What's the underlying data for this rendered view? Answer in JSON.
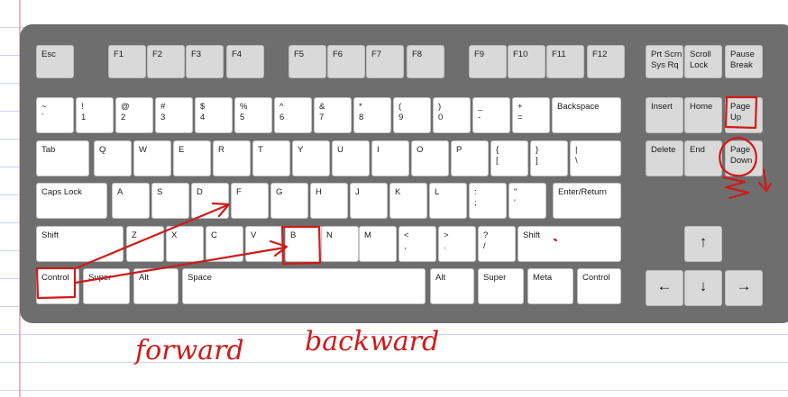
{
  "keyboard": {
    "function_row": [
      {
        "id": "esc",
        "label": "Esc"
      },
      {
        "id": "f1",
        "label": "F1"
      },
      {
        "id": "f2",
        "label": "F2"
      },
      {
        "id": "f3",
        "label": "F3"
      },
      {
        "id": "f4",
        "label": "F4"
      },
      {
        "id": "f5",
        "label": "F5"
      },
      {
        "id": "f6",
        "label": "F6"
      },
      {
        "id": "f7",
        "label": "F7"
      },
      {
        "id": "f8",
        "label": "F8"
      },
      {
        "id": "f9",
        "label": "F9"
      },
      {
        "id": "f10",
        "label": "F10"
      },
      {
        "id": "f11",
        "label": "F11"
      },
      {
        "id": "f12",
        "label": "F12"
      }
    ],
    "system_keys": [
      {
        "id": "prtscn",
        "label": "Prt Scrn\nSys Rq"
      },
      {
        "id": "scroll",
        "label": "Scroll\nLock"
      },
      {
        "id": "pause",
        "label": "Pause\nBreak"
      }
    ],
    "number_row": [
      {
        "id": "tilde",
        "label": "~\n`"
      },
      {
        "id": "1",
        "label": "!\n1"
      },
      {
        "id": "2",
        "label": "@\n2"
      },
      {
        "id": "3",
        "label": "#\n3"
      },
      {
        "id": "4",
        "label": "$\n4"
      },
      {
        "id": "5",
        "label": "%\n5"
      },
      {
        "id": "6",
        "label": "^\n6"
      },
      {
        "id": "7",
        "label": "&\n7"
      },
      {
        "id": "8",
        "label": "*\n8"
      },
      {
        "id": "9",
        "label": "(\n9"
      },
      {
        "id": "0",
        "label": ")\n0"
      },
      {
        "id": "minus",
        "label": "_\n-"
      },
      {
        "id": "equals",
        "label": "+\n="
      },
      {
        "id": "backspace",
        "label": "Backspace"
      }
    ],
    "nav_top": [
      {
        "id": "insert",
        "label": "Insert"
      },
      {
        "id": "home",
        "label": "Home"
      },
      {
        "id": "pageup",
        "label": "Page\nUp"
      }
    ],
    "qwerty_row": [
      {
        "id": "tab",
        "label": "Tab"
      },
      {
        "id": "q",
        "label": "Q"
      },
      {
        "id": "w",
        "label": "W"
      },
      {
        "id": "e",
        "label": "E"
      },
      {
        "id": "r",
        "label": "R"
      },
      {
        "id": "t",
        "label": "T"
      },
      {
        "id": "y",
        "label": "Y"
      },
      {
        "id": "u",
        "label": "U"
      },
      {
        "id": "i",
        "label": "I"
      },
      {
        "id": "o",
        "label": "O"
      },
      {
        "id": "p",
        "label": "P"
      },
      {
        "id": "lbrace",
        "label": "{\n["
      },
      {
        "id": "rbrace",
        "label": "}\n]"
      },
      {
        "id": "pipe",
        "label": "|\n\\"
      }
    ],
    "nav_bottom": [
      {
        "id": "delete",
        "label": "Delete"
      },
      {
        "id": "end",
        "label": "End"
      },
      {
        "id": "pagedown",
        "label": "Page\nDown"
      }
    ],
    "home_row": [
      {
        "id": "capslock",
        "label": "Caps Lock"
      },
      {
        "id": "a",
        "label": "A"
      },
      {
        "id": "s",
        "label": "S"
      },
      {
        "id": "d",
        "label": "D"
      },
      {
        "id": "f",
        "label": "F"
      },
      {
        "id": "g",
        "label": "G"
      },
      {
        "id": "h",
        "label": "H"
      },
      {
        "id": "j",
        "label": "J"
      },
      {
        "id": "k",
        "label": "K"
      },
      {
        "id": "l",
        "label": "L"
      },
      {
        "id": "semicolon",
        "label": ":\n;"
      },
      {
        "id": "quote",
        "label": "\"\n'"
      },
      {
        "id": "enter",
        "label": "Enter/Return"
      }
    ],
    "shift_row": [
      {
        "id": "lshift",
        "label": "Shift"
      },
      {
        "id": "z",
        "label": "Z"
      },
      {
        "id": "x",
        "label": "X"
      },
      {
        "id": "c",
        "label": "C"
      },
      {
        "id": "v",
        "label": "V"
      },
      {
        "id": "b",
        "label": "B"
      },
      {
        "id": "n",
        "label": "N"
      },
      {
        "id": "m",
        "label": "M"
      },
      {
        "id": "comma",
        "label": "<\n,"
      },
      {
        "id": "period",
        "label": ">\n."
      },
      {
        "id": "slash",
        "label": "?\n/"
      },
      {
        "id": "rshift",
        "label": "Shift"
      }
    ],
    "bottom_row": [
      {
        "id": "lcontrol",
        "label": "Control"
      },
      {
        "id": "lsuper",
        "label": "Super"
      },
      {
        "id": "lalt",
        "label": "Alt"
      },
      {
        "id": "space",
        "label": "Space"
      },
      {
        "id": "ralt",
        "label": "Alt"
      },
      {
        "id": "rsuper",
        "label": "Super"
      },
      {
        "id": "meta",
        "label": "Meta"
      },
      {
        "id": "rcontrol",
        "label": "Control"
      }
    ],
    "arrows": [
      {
        "id": "up",
        "label": "↑"
      },
      {
        "id": "left",
        "label": "←"
      },
      {
        "id": "down",
        "label": "↓"
      },
      {
        "id": "right",
        "label": "→"
      }
    ]
  },
  "annotations": {
    "forward_label": "forward",
    "backward_label": "backward",
    "ink_color": "#cf1a1a"
  }
}
